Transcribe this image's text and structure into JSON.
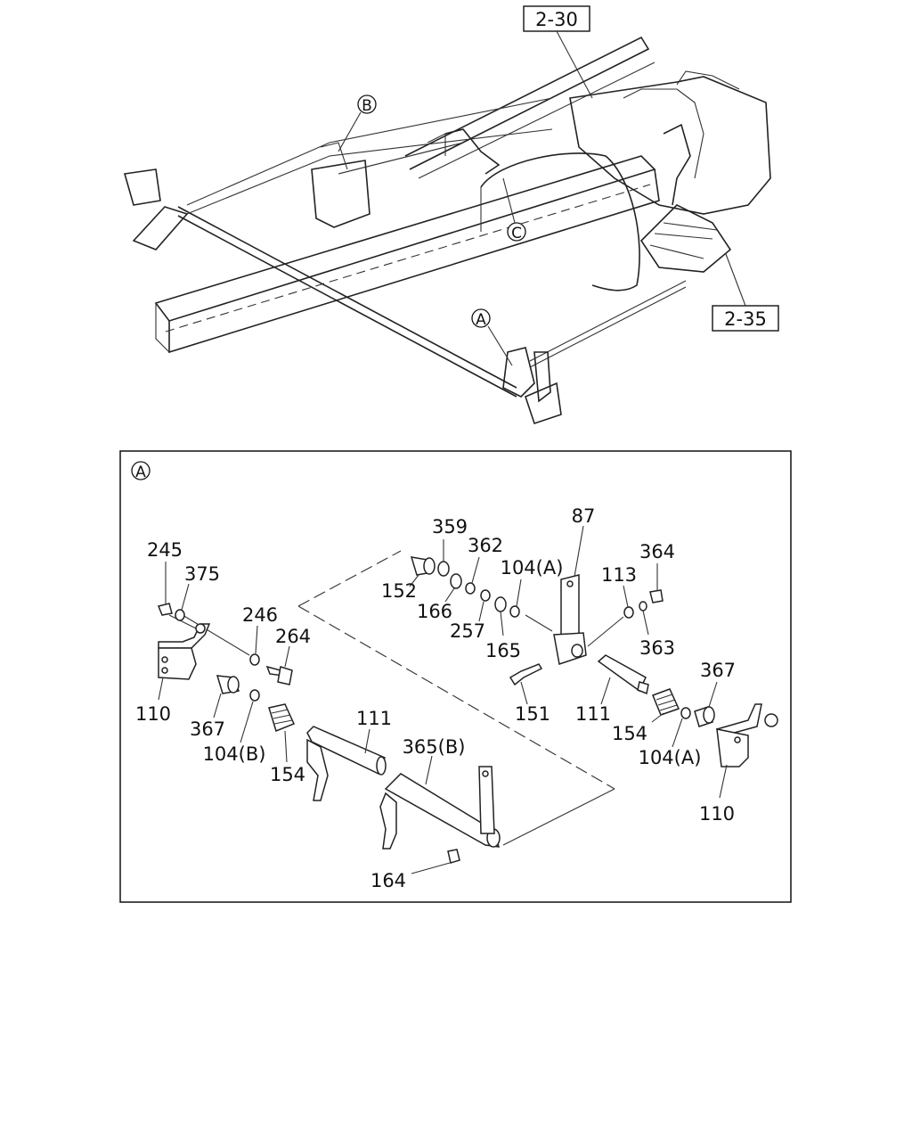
{
  "refs": {
    "ref_2_30": "2-30",
    "ref_2_35": "2-35"
  },
  "markers": {
    "A": "A",
    "B": "B",
    "C": "C",
    "detail": "A"
  },
  "parts": {
    "p245": "245",
    "p375": "375",
    "p246": "246",
    "p264": "264",
    "p110_left": "110",
    "p367_left": "367",
    "p104b": "104(B)",
    "p154_left": "154",
    "p111_left": "111",
    "p365b": "365(B)",
    "p164": "164",
    "p359": "359",
    "p362": "362",
    "p152": "152",
    "p166": "166",
    "p257": "257",
    "p165": "165",
    "p104a_top": "104(A)",
    "p87": "87",
    "p364": "364",
    "p113": "113",
    "p363": "363",
    "p151": "151",
    "p111_right": "111",
    "p154_right": "154",
    "p367_right": "367",
    "p104a_bottom": "104(A)",
    "p110_right": "110"
  }
}
